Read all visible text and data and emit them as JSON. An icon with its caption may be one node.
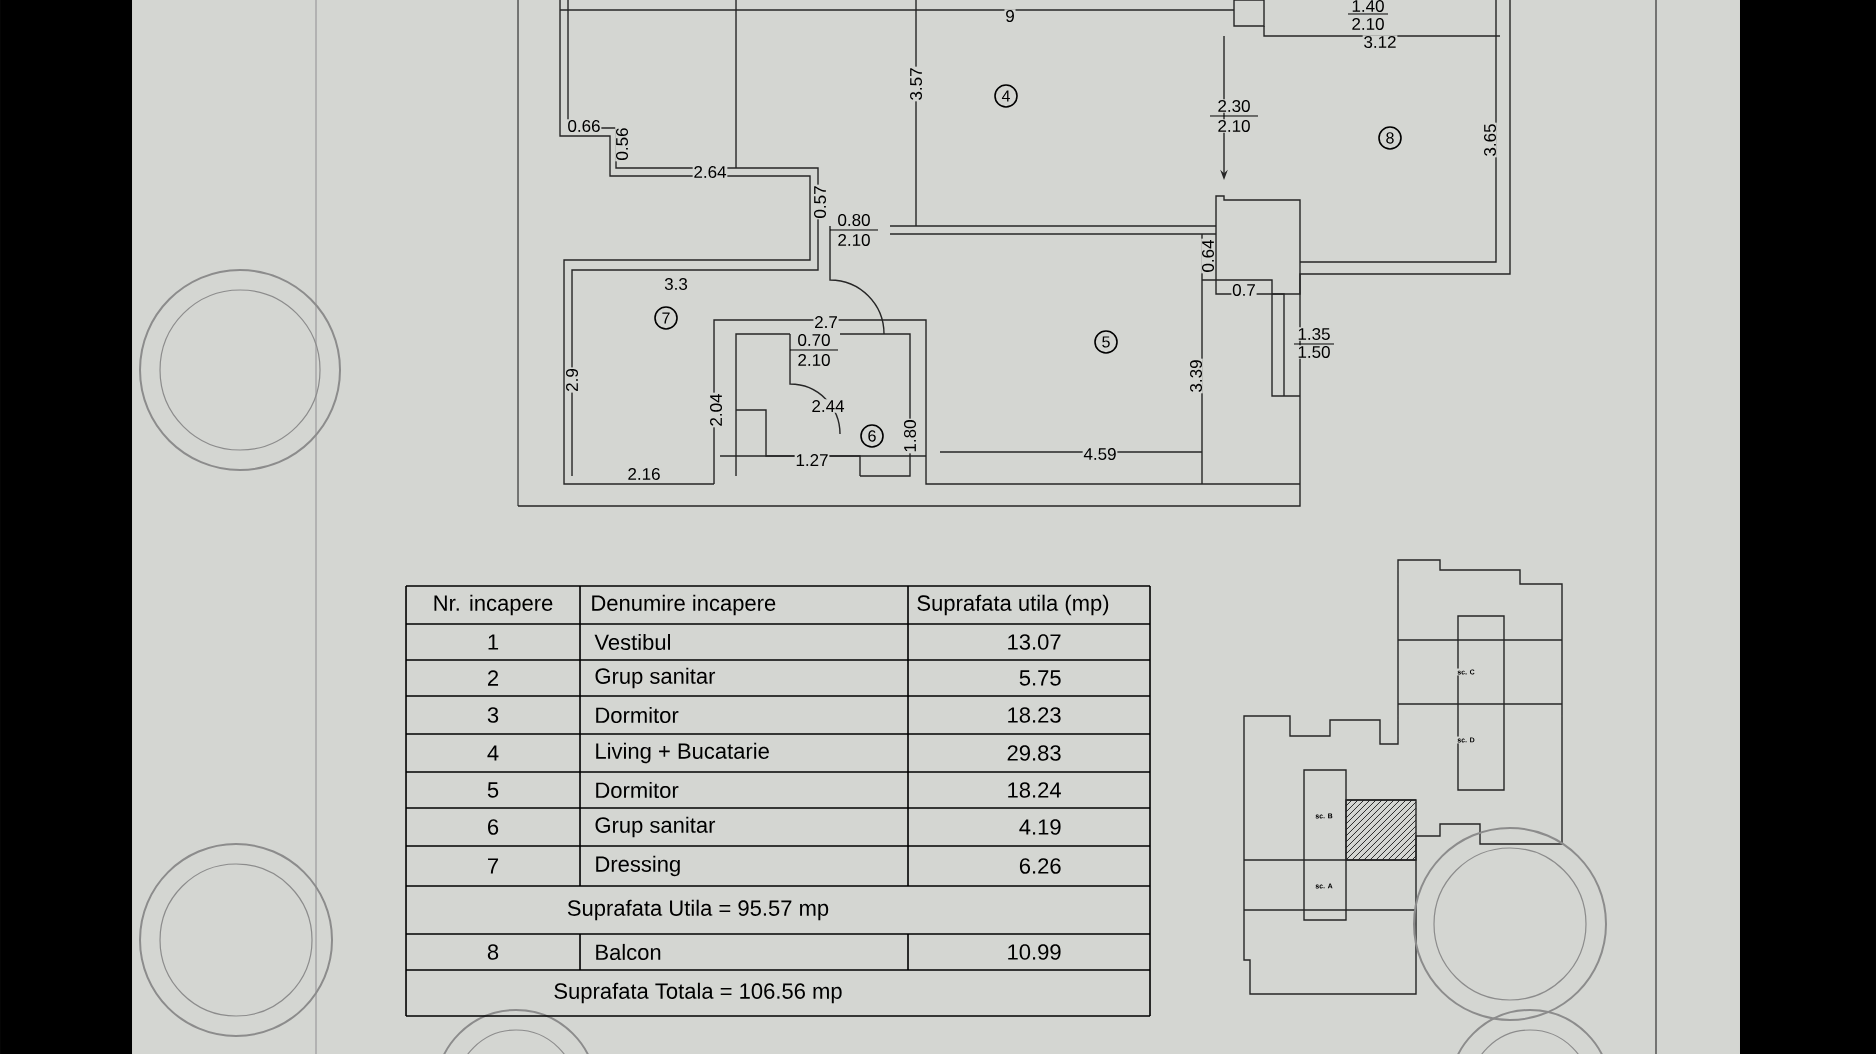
{
  "diagram": {
    "labels": [
      "9",
      "1.40",
      "2.10",
      "3.12",
      "0.66",
      "0.56",
      "2.64",
      "3.57",
      "4",
      "2.30",
      "2.10",
      "8",
      "3.65",
      "0.57",
      "0.80",
      "2.10",
      "0.64",
      "0.7",
      "3.3",
      "7",
      "2.7",
      "0.70",
      "2.10",
      "5",
      "3.39",
      "1.35",
      "1.50",
      "2.9",
      "2.04",
      "2.44",
      "6",
      "1.80",
      "1.27",
      "4.59",
      "2.16",
      "Nr. incapere",
      "Denumire incapere",
      "Suprafata utila (mp)",
      "1",
      "Vestibul",
      "13.07",
      "2",
      "Grup sanitar",
      "5.75",
      "3",
      "Dormitor",
      "18.23",
      "4",
      "Living + Bucatarie",
      "29.83",
      "5",
      "Dormitor",
      "18.24",
      "6",
      "Grup sanitar",
      "4.19",
      "7",
      "Dressing",
      "6.26",
      "Suprafata Utila =  95.57 mp",
      "8",
      "Balcon",
      "10.99",
      "Suprafata Totala =  106.56 mp",
      "sc. C",
      "sc. D",
      "sc. B",
      "sc. A"
    ]
  }
}
